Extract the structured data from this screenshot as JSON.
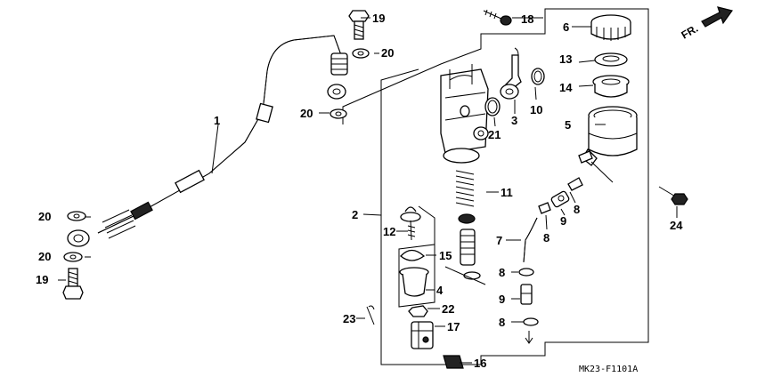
{
  "figure": {
    "code": "MK23-F1101A",
    "direction": "FR."
  },
  "callouts": [
    {
      "id": "c1",
      "label": "1"
    },
    {
      "id": "c2",
      "label": "2"
    },
    {
      "id": "c3",
      "label": "3"
    },
    {
      "id": "c4",
      "label": "4"
    },
    {
      "id": "c5",
      "label": "5"
    },
    {
      "id": "c6",
      "label": "6"
    },
    {
      "id": "c7",
      "label": "7"
    },
    {
      "id": "c8a",
      "label": "8"
    },
    {
      "id": "c8b",
      "label": "8"
    },
    {
      "id": "c8c",
      "label": "8"
    },
    {
      "id": "c8d",
      "label": "8"
    },
    {
      "id": "c9a",
      "label": "9"
    },
    {
      "id": "c9b",
      "label": "9"
    },
    {
      "id": "c10",
      "label": "10"
    },
    {
      "id": "c11",
      "label": "11"
    },
    {
      "id": "c12",
      "label": "12"
    },
    {
      "id": "c13",
      "label": "13"
    },
    {
      "id": "c14",
      "label": "14"
    },
    {
      "id": "c15",
      "label": "15"
    },
    {
      "id": "c16",
      "label": "16"
    },
    {
      "id": "c17",
      "label": "17"
    },
    {
      "id": "c18",
      "label": "18"
    },
    {
      "id": "c19a",
      "label": "19"
    },
    {
      "id": "c19b",
      "label": "19"
    },
    {
      "id": "c20a",
      "label": "20"
    },
    {
      "id": "c20b",
      "label": "20"
    },
    {
      "id": "c20c",
      "label": "20"
    },
    {
      "id": "c20d",
      "label": "20"
    },
    {
      "id": "c21",
      "label": "21"
    },
    {
      "id": "c22",
      "label": "22"
    },
    {
      "id": "c23",
      "label": "23"
    },
    {
      "id": "c24",
      "label": "24"
    }
  ]
}
